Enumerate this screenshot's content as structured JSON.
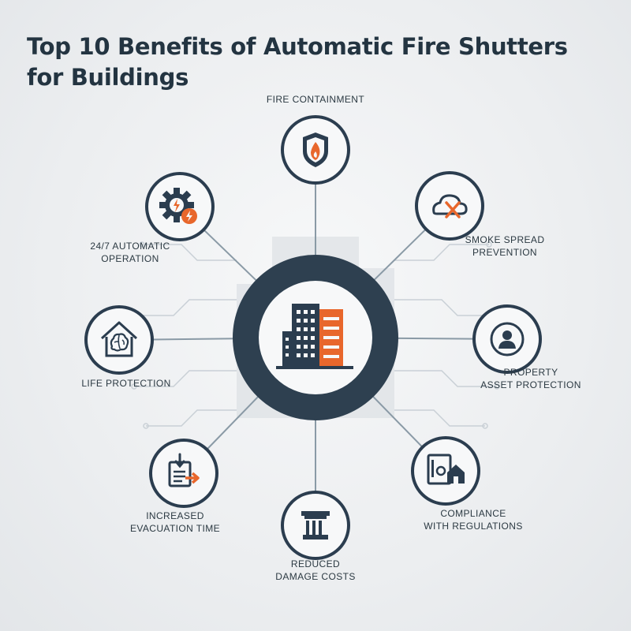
{
  "title": "Top 10 Benefits of Automatic Fire Shutters for Buildings",
  "colors": {
    "navy": "#2b3d4f",
    "orange": "#e8672c",
    "line": "#8a9aa6",
    "ring": "#2e4050"
  },
  "center": {
    "icon": "building-icon"
  },
  "benefits": [
    {
      "label": "FIRE CONTAINMENT",
      "icon": "shield-fire-icon"
    },
    {
      "label": "SMOKE SPREAD\nPREVENTION",
      "icon": "cloud-x-icon"
    },
    {
      "label": "PROPERTY\nASSET PROTECTION",
      "icon": "person-badge-icon"
    },
    {
      "label": "COMPLIANCE\nWITH REGULATIONS",
      "icon": "safe-home-icon"
    },
    {
      "label": "REDUCED\nDAMAGE COSTS",
      "icon": "pillar-icon"
    },
    {
      "label": "INCREASED\nEVACUATION TIME",
      "icon": "checklist-arrow-icon"
    },
    {
      "label": "LIFE PROTECTION",
      "icon": "home-brain-icon"
    },
    {
      "label": "24/7 AUTOMATIC\nOPERATION",
      "icon": "gear-bolt-icon"
    }
  ]
}
